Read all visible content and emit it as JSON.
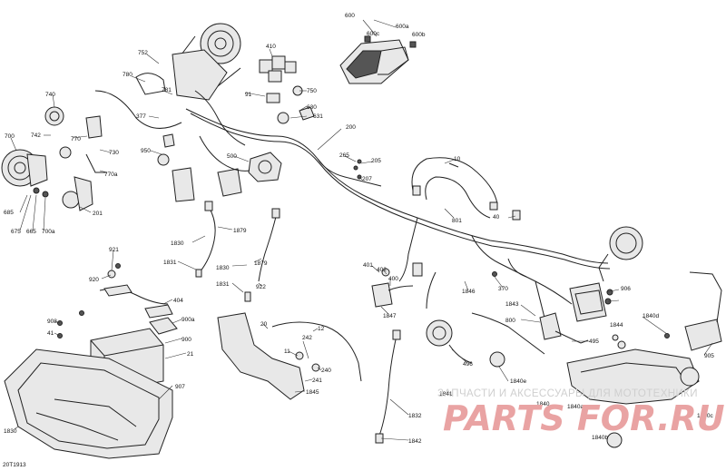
{
  "diagram": {
    "reference_code": "20T1913",
    "callouts": [
      "600",
      "600c",
      "600a",
      "600b",
      "410",
      "752",
      "780",
      "781",
      "91",
      "750",
      "740",
      "630",
      "631",
      "742",
      "770",
      "377",
      "730",
      "950",
      "700",
      "770a",
      "500",
      "200",
      "265",
      "205",
      "207",
      "10",
      "685",
      "675",
      "665",
      "700a",
      "201",
      "1830",
      "1879",
      "1831",
      "1830",
      "1879",
      "1831",
      "922",
      "921",
      "920",
      "404",
      "401",
      "402",
      "400",
      "1847",
      "1846",
      "370",
      "40",
      "801",
      "906",
      "908",
      "41",
      "900a",
      "900",
      "21",
      "20",
      "12",
      "11",
      "242",
      "241",
      "240",
      "1845",
      "1843",
      "800",
      "1844",
      "495",
      "496",
      "1840e",
      "1840d",
      "905",
      "907",
      "1830",
      "1832",
      "1842",
      "1841",
      "1840",
      "1840a",
      "1840c",
      "1840b"
    ],
    "watermark": {
      "tagline": "ЗАПЧАСТИ И АКСЕССУАРЫ ДЛЯ МОТОТЕХНИКИ",
      "logo": "PARTS FOR.RU"
    }
  }
}
